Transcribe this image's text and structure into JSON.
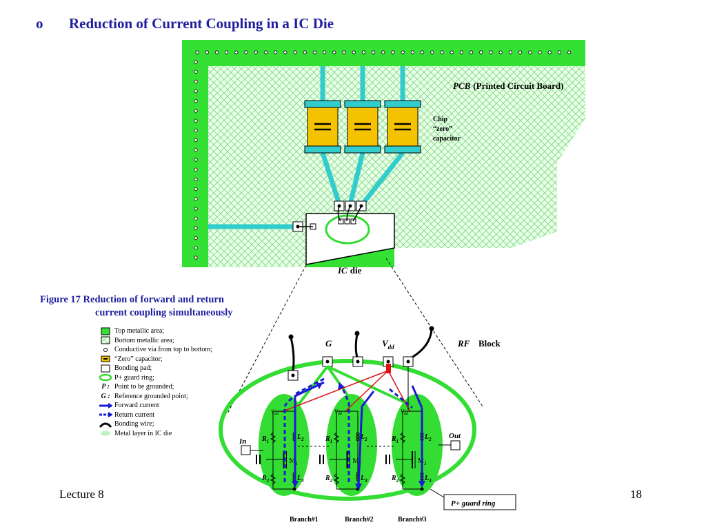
{
  "title": {
    "bullet": "o",
    "text": "Reduction of Current Coupling in a IC Die"
  },
  "pcb": {
    "italic": "PCB",
    "rest": "(Printed Circuit Board)"
  },
  "chip_capacitor": {
    "line1": "Chip",
    "line2": "“zero”",
    "line3": "capacitor"
  },
  "ic_die": {
    "italic": "IC",
    "rest": "die"
  },
  "figure_caption": {
    "line1": "Figure 17   Reduction of forward and return",
    "line2": "current coupling  simultaneously"
  },
  "legend": [
    {
      "icon": "top-metal-icon",
      "symbol": "",
      "label": "Top metallic area;"
    },
    {
      "icon": "bottom-metal-icon",
      "symbol": "",
      "label": "Bottom metallic area;"
    },
    {
      "icon": "via-icon",
      "symbol": "",
      "label": "Conductive via from top to bottom;"
    },
    {
      "icon": "zero-capacitor-icon",
      "symbol": "",
      "label": "“Zero” capacitor;"
    },
    {
      "icon": "bonding-pad-icon",
      "symbol": "",
      "label": "Bonding pad;"
    },
    {
      "icon": "guard-ring-icon",
      "symbol": "",
      "label": "P+ guard ring;"
    },
    {
      "icon": "",
      "symbol": "P :",
      "label": "Point to be grounded;"
    },
    {
      "icon": "",
      "symbol": "G :",
      "label": "Reference grounded point;"
    },
    {
      "icon": "forward-current-icon",
      "symbol": "",
      "label": "Forward current"
    },
    {
      "icon": "return-current-icon",
      "symbol": "",
      "label": "Return current"
    },
    {
      "icon": "bonding-wire-icon",
      "symbol": "",
      "label": "Bonding wire;"
    },
    {
      "icon": "ic-metal-icon",
      "symbol": "",
      "label": "Metal layer in IC die"
    }
  ],
  "circuit": {
    "g_label": "G",
    "vdd_label": "V",
    "vdd_sub": "dd",
    "rf_label": "RF",
    "block_label": "Block",
    "in_label": "In",
    "out_label": "Out",
    "branches": [
      "Branch#1",
      "Branch#2",
      "Branch#3"
    ],
    "transistors": [
      "M",
      "M",
      "M"
    ],
    "transistor_subs": [
      "1",
      "2",
      "3"
    ],
    "r1": "R",
    "r1_sub": "1",
    "r2": "R",
    "r2_sub": "2",
    "l1": "L",
    "l1_sub": "2",
    "l2": "L",
    "l2_sub": "3",
    "guard_ring_label": "P+ guard ring"
  },
  "colors": {
    "title": "#1f1f9e",
    "pcb_green": "#33e033",
    "guard_green": "#33dd33",
    "capacitor": "#f5c200",
    "trace": "#33cccc",
    "forward": "#1a1ad6",
    "wire_red": "#dd1111"
  },
  "footer": {
    "left": "Lecture 8",
    "right": "18"
  }
}
